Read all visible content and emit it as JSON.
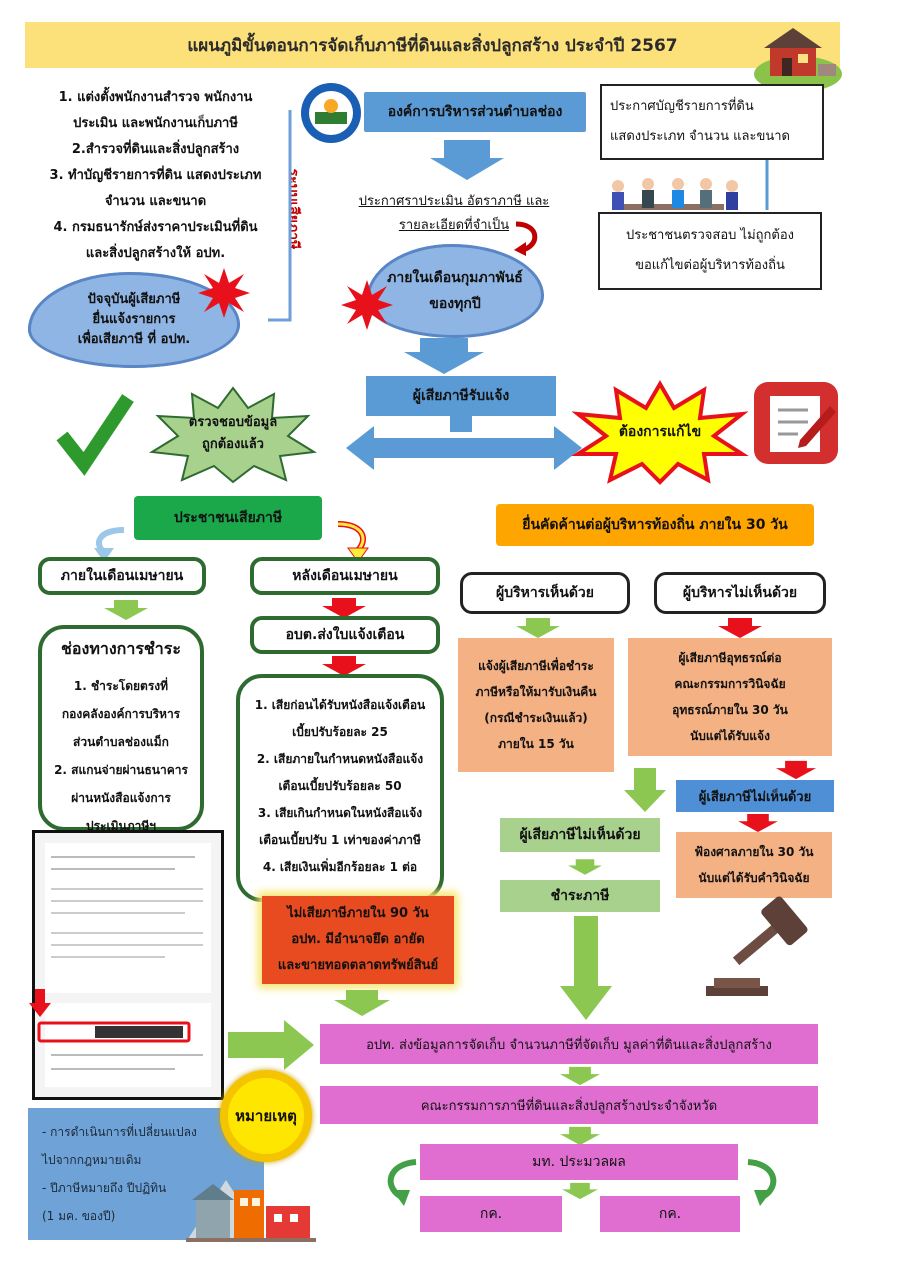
{
  "title": "แผนภูมิขั้นตอนการจัดเก็บภาษีที่ดินและสิ่งปลูกสร้าง ประจำปี 2567",
  "left_steps": [
    "1. แต่งตั้งพนักงานสำรวจ พนักงาน",
    "ประเมิน และพนักงานเก็บภาษี",
    "2.สำรวจที่ดินและสิ่งปลูกสร้าง",
    "3. ทำบัญชีรายการที่ดิน แสดงประเภท",
    "จำนวน และขนาด",
    "4. กรมธนารักษ์ส่งราคาประเมินที่ดิน",
    "และสิ่งปลูกสร้างให้ อปท."
  ],
  "vertical_label": "ระบบเสียภาษี",
  "cloud_left": [
    "ปัจจุบันผู้เสียภาษี",
    "ยื่นแจ้งรายการ",
    "เพื่อเสียภาษี ที่ อปท."
  ],
  "org_name": "องค์การบริหารส่วนตำบลช่อง",
  "announce": [
    "ประกาศราประเมิน อัตราภาษี และ",
    "รายละเอียดที่จำเป็น"
  ],
  "cloud_center": [
    "ภายในเดือนกุมภาพันธ์",
    "ของทุกปี"
  ],
  "announce_list": [
    "ประกาศบัญชีรายการที่ดิน",
    "แสดงประเภท จำนวน และขนาด"
  ],
  "citizen_check": [
    "ประชาชนตรวจสอบ ไม่ถูกต้อง",
    "ขอแก้ไขต่อผู้บริหารท้องถิ่น"
  ],
  "taxpayer_notify": "ผู้เสียภาษีรับแจ้ง",
  "verified_star": [
    "ตรวจชอบข้อมูล",
    "ถูกต้องแล้ว"
  ],
  "need_fix_star": "ต้องการแก้ไข",
  "people_pay": "ประชาชนเสียภาษี",
  "objection": "ยื่นคัดค้านต่อผู้บริหารท้องถิ่น ภายใน 30 วัน",
  "within_april": "ภายในเดือนเมษายน",
  "after_april": "หลังเดือนเมษายน",
  "admin_agree": "ผู้บริหารเห็นด้วย",
  "admin_disagree": "ผู้บริหารไม่เห็นด้วย",
  "payment_channels": {
    "heading": "ช่องทางการชำระ",
    "lines": [
      "1. ชำระโดยตรงที่",
      "กองคลังองค์การบริหาร",
      "ส่วนตำบลช่องแม็ก",
      "2. สแกนจ่ายผ่านธนาคาร",
      "ผ่านหนังสือแจ้งการ",
      "ประเมินภาษีฯ"
    ]
  },
  "send_notice": "อบต.ส่งใบแจ้งเตือน",
  "penalties": [
    "1. เสียก่อนได้รับหนังสือแจ้งเตือน",
    "เบี้ยปรับร้อยละ 25",
    "2. เสียภายในกำหนดหนังสือแจ้ง",
    "เตือนเบี้ยปรับร้อยละ 50",
    "3. เสียเกินกำหนดในหนังสือแจ้ง",
    "เตือนเบี้ยปรับ 1 เท่าของค่าภาษี",
    "4. เสียเงินเพิ่มอีกร้อยละ 1 ต่อ"
  ],
  "seize": [
    "ไม่เสียภาษีภายใน 90 วัน",
    "อปท. มีอำนาจยึด อายัด",
    "และขายทอดตลาดทรัพย์สินย์"
  ],
  "agree_result": [
    "แจ้งผู้เสียภาษีเพื่อชำระ",
    "ภาษีหรือให้มารับเงินคืน",
    "(กรณีชำระเงินแล้ว)",
    "ภายใน 15 วัน"
  ],
  "appeal": [
    "ผู้เสียภาษีอุทธรณ์ต่อ",
    "คณะกรรมการวินิจฉัย",
    "อุทธรณ์ภายใน 30 วัน",
    "นับแต่ได้รับแจ้ง"
  ],
  "taxpayer_disagree_blue": "ผู้เสียภาษีไม่เห็นด้วย",
  "taxpayer_disagree_green": "ผู้เสียภาษีไม่เห็นด้วย",
  "court": [
    "ฟ้องศาลภายใน 30 วัน",
    "นับแต่ได้รับคำวินิจฉัย"
  ],
  "pay_tax": "ชำระภาษี",
  "send_data": "อปท. ส่งข้อมูลการจัดเก็บ จำนวนภาษีที่จัดเก็บ มูลค่าที่ดินและสิ่งปลูกสร้าง",
  "committee": "คณะกรรมการภาษีที่ดินและสิ่งปลูกสร้างประจำจังหวัด",
  "ministry": "มท. ประมวลผล",
  "kk_left": "กค.",
  "kk_right": "กค.",
  "note_badge": "หมายเหตุ",
  "notes": [
    "- การดำเนินการที่เปลี่ยนแปลง",
    "ไปจากกฎหมายเดิม",
    "- ปีภาษีหมายถึง ปีปฏิทิน",
    "(1 มค. ของปี)"
  ]
}
